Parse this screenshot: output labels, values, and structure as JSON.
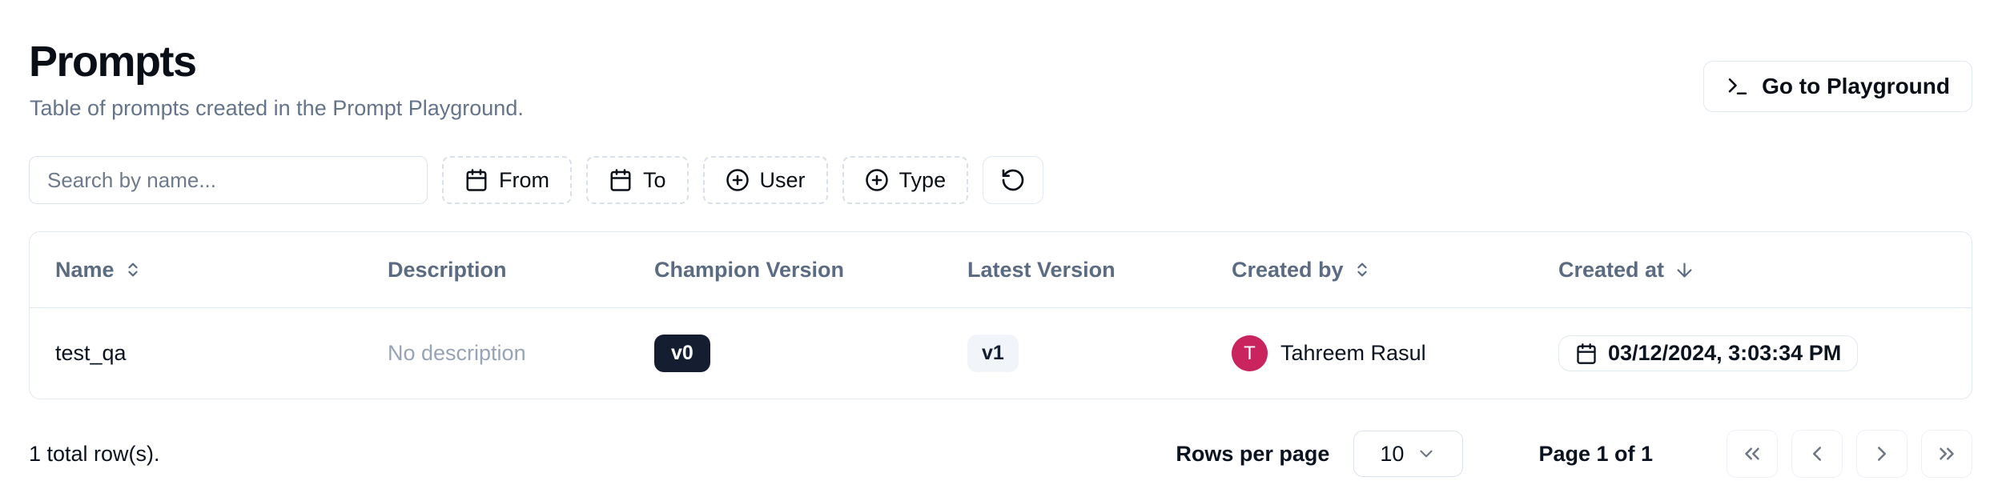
{
  "page": {
    "title": "Prompts",
    "subtitle": "Table of prompts created in the Prompt Playground."
  },
  "toolbar": {
    "go_to_playground": "Go to Playground"
  },
  "filters": {
    "search_placeholder": "Search by name...",
    "from": "From",
    "to": "To",
    "user": "User",
    "type": "Type"
  },
  "table": {
    "columns": [
      {
        "label": "Name",
        "sort": "sortable"
      },
      {
        "label": "Description",
        "sort": null
      },
      {
        "label": "Champion Version",
        "sort": null
      },
      {
        "label": "Latest Version",
        "sort": null
      },
      {
        "label": "Created by",
        "sort": "sortable"
      },
      {
        "label": "Created at",
        "sort": "desc"
      }
    ],
    "rows": [
      {
        "name": "test_qa",
        "description": "No description",
        "champion_version": "v0",
        "latest_version": "v1",
        "created_by_initial": "T",
        "created_by": "Tahreem Rasul",
        "created_at": "03/12/2024, 3:03:34 PM"
      }
    ]
  },
  "footer": {
    "total": "1 total row(s).",
    "rows_per_page_label": "Rows per page",
    "rows_per_page_value": "10",
    "page_info": "Page 1 of 1"
  },
  "icons": {
    "playground_button": "terminal-icon",
    "date_filters": "calendar-icon",
    "user_type_filters": "circle-plus-icon",
    "reset_filters": "rotate-ccw-icon",
    "sortable_columns": "chevrons-up-down-icon",
    "sorted_desc_column": "arrow-down-icon",
    "pagination": [
      "chevrons-left-icon",
      "chevron-left-icon",
      "chevron-right-icon",
      "chevrons-right-icon"
    ]
  },
  "colors": {
    "champion_badge_bg": "#151d31",
    "champion_badge_text": "#ffffff",
    "latest_badge_bg": "#f1f5f9",
    "latest_badge_text": "#151d31",
    "avatar_bg": "#c9245e",
    "accent_border": "#e2e8f0",
    "muted_text": "#5b6b82"
  }
}
